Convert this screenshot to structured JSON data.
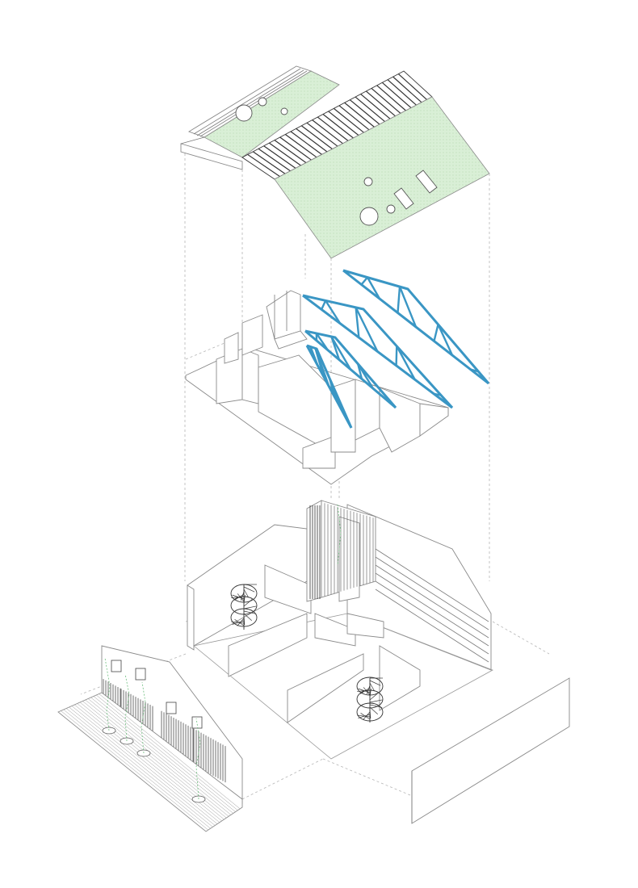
{
  "colors": {
    "background": "#ffffff",
    "roof_green": "#d9efd6",
    "roof_green_dot": "#b9dcb4",
    "truss_blue": "#3a96c4",
    "line_gray": "#8a8a8a",
    "dash_gray": "#b5b5b5",
    "plant_green": "#6fbf7f"
  },
  "layers": [
    {
      "id": "roof",
      "role": "roof layer with skylights and ridge cladding"
    },
    {
      "id": "structure",
      "role": "upper floor walls with roof trusses"
    },
    {
      "id": "ground",
      "role": "ground floor with spiral stairs and courtyard"
    }
  ]
}
